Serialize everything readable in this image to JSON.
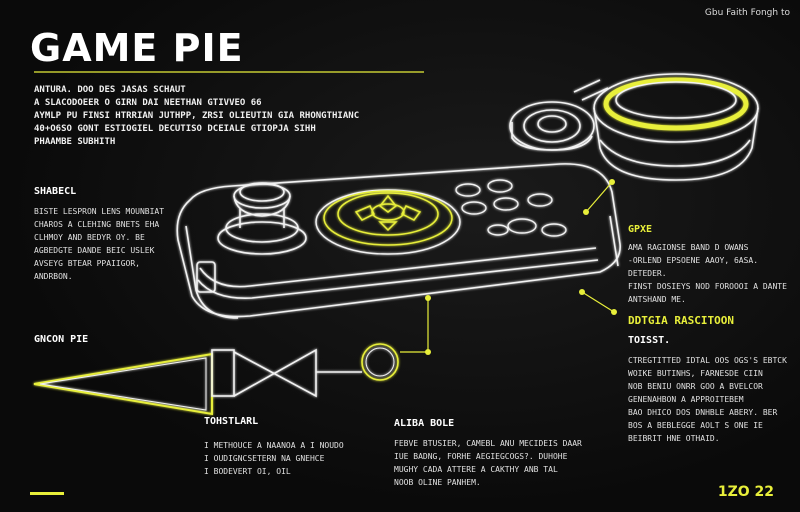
{
  "header": {
    "title": "GAME PIE",
    "top_right": "Gbu Faith Fongh to"
  },
  "intro": [
    "ANTURA. DOO DES JASAS SCHAUT",
    "A SLACODOEER O GIRN DAI NEETHAN GTIVVEO 66",
    "AYMLP PU FINSI HTRRIAN JUTHPP, ZRSI OLIEUTIN GIA RHONGTHIANC",
    "40+O6SO GONT ESTIOGIEL DECUTISO DCEIALE GTIOPJA SIHH",
    "PHAAMBE SUBHITH"
  ],
  "shabecl": {
    "heading": "SHABECL",
    "lines": [
      "BISTE LESPRON LENS MOUNBIAT",
      "CHAROS A CLEHING BNETS EHA",
      "CLHMOY AND BEDYR OY. BE",
      "AGBEDGTE DANDE BEIC USLEK",
      "AVSEYG BTEAR PPAIIGOR,",
      "ANDRBON."
    ]
  },
  "gncon": {
    "heading": "GNCON PIE"
  },
  "tohstlarl": {
    "heading": "TOHSTLARL",
    "lines": [
      "I METHOUCE A NAANOA A I NOUDO",
      "I OUDIGNCSETERN NA GNEHCE",
      "I BODEVERT OI, OIL"
    ]
  },
  "aliabole": {
    "heading": "ALIBA BOLE",
    "lines": [
      "FEBVE BTUSIER, CAMEBL ANU MECIDEIS DAAR",
      "IUE BADNG, FORHE AEGIEGCOGS?. DUHOHE",
      "MUGHY CADA ATTERE A CAKTHY ANB TAL",
      "NOOB OLINE PANHEM."
    ]
  },
  "right_top": {
    "heading": "GPXE",
    "lines": [
      "AMA RAGIONSE BAND D OWANS",
      "-ORLEND EPSOENE AAOY, 6ASA.",
      "DETEDER.",
      "FINST DOSIEYS NOD FOROOOI A DANTE",
      "ANTSHAND ME."
    ]
  },
  "right_mid": {
    "heading": "DDTGIA RASCITOON",
    "subheading": "TOISST.",
    "lines": [
      "CTREGTITTED IDTAL OOS OGS'S EBTCK",
      "WOIKE BUTINHS, FARNESDE CIIN",
      "NOB BENIU ONRR GOO A BVELCOR",
      "GENENAHBON A APPROITEBEM",
      "BAO DHICO DOS DNHBLE ABERY. BER",
      "BOS A BEBLEGGE AOLT S ONE IE",
      "BEIBRIT HNE OTHAID."
    ]
  },
  "page_number": "1ZO 22",
  "colors": {
    "accent": "#e8ef3a",
    "stroke": "#f2f2f2",
    "bg": "#0b0b0b"
  }
}
